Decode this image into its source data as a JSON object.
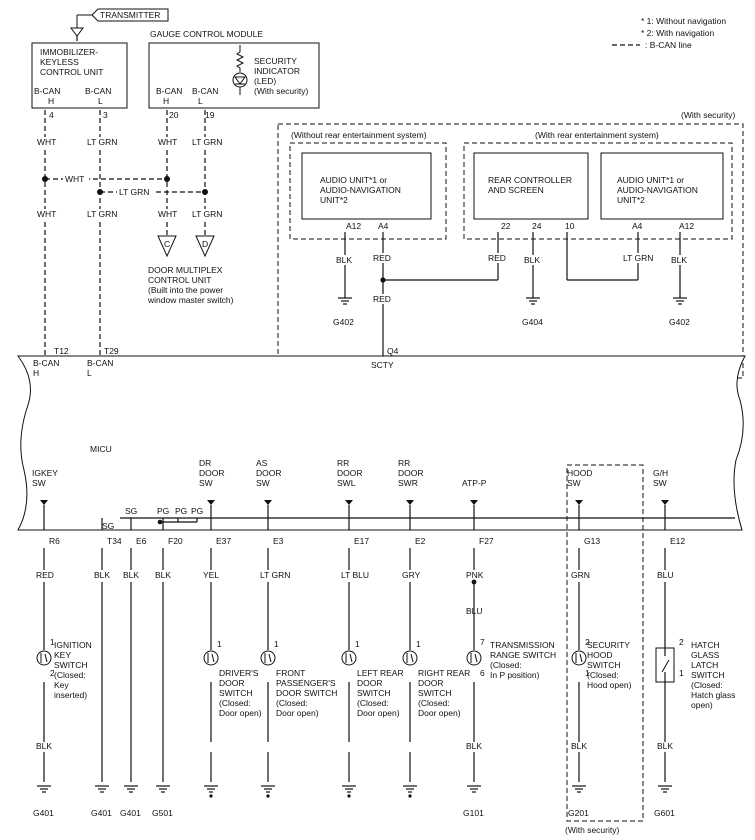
{
  "legend": {
    "note1": "* 1: Without navigation",
    "note2": "* 2: With navigation",
    "note3": ": B-CAN line"
  },
  "transmitter": "TRANSMITTER",
  "immobilizer": {
    "title": [
      "IMMOBILIZER-",
      "KEYLESS",
      "CONTROL UNIT"
    ],
    "pins": [
      {
        "label": [
          "B-CAN",
          "H"
        ],
        "num": "4",
        "wire": "WHT"
      },
      {
        "label": [
          "B-CAN",
          "L"
        ],
        "num": "3",
        "wire": "LT GRN"
      }
    ]
  },
  "gauge": {
    "title": "GAUGE CONTROL MODULE",
    "indicator": [
      "SECURITY",
      "INDICATOR",
      "(LED)",
      "(With security)"
    ],
    "pins": [
      {
        "label": [
          "B-CAN",
          "H"
        ],
        "num": "20",
        "wire": "WHT"
      },
      {
        "label": [
          "B-CAN",
          "L"
        ],
        "num": "19",
        "wire": "LT GRN"
      }
    ]
  },
  "bus": {
    "wht_mid": "WHT",
    "ltgrn_mid": "LT GRN",
    "wht_lower_left": "WHT",
    "ltgrn_lower_left": "LT GRN",
    "wht_lower_right": "WHT",
    "ltgrn_lower_right": "LT GRN",
    "conn_c": "C",
    "conn_d": "D"
  },
  "door_multiplex": [
    "DOOR MULTIPLEX",
    "CONTROL UNIT",
    "(Built into the power",
    "window master switch)"
  ],
  "security_group": {
    "with_security": "(With security)",
    "without_rear": "(Without rear entertainment system)",
    "with_rear": "(With rear entertainment system)",
    "audio1": [
      "AUDIO UNIT*1 or",
      "AUDIO-NAVIGATION",
      "UNIT*2"
    ],
    "audio1_pins": [
      "A12",
      "A4"
    ],
    "rear_ctrl": [
      "REAR CONTROLLER",
      "AND SCREEN"
    ],
    "rear_pins": [
      "22",
      "24",
      "10"
    ],
    "audio2": [
      "AUDIO UNIT*1 or",
      "AUDIO-NAVIGATION",
      "UNIT*2"
    ],
    "audio2_pins": [
      "A4",
      "A12"
    ],
    "wires": {
      "blk1": "BLK",
      "red1": "RED",
      "red2": "RED",
      "blk2": "BLK",
      "ltgrn": "LT GRN",
      "blk3": "BLK",
      "red_down": "RED"
    },
    "grounds": [
      "G402",
      "G404",
      "G402"
    ]
  },
  "micu": {
    "name": "MICU",
    "top_pins": [
      {
        "num": "T12",
        "label": [
          "B-CAN",
          "H"
        ]
      },
      {
        "num": "T29",
        "label": [
          "B-CAN",
          "L"
        ]
      },
      {
        "num": "Q4",
        "label": [
          "SCTY"
        ]
      }
    ],
    "inputs": [
      {
        "sw": [
          "IGKEY",
          "SW"
        ],
        "pin": "R6",
        "wire_top": "RED",
        "pins": [
          "1",
          "2"
        ],
        "desc": [
          "IGNITION",
          "KEY",
          "SWITCH",
          "(Closed:",
          "Key",
          "inserted)"
        ],
        "wire_bot": "BLK",
        "gnd": "G401"
      },
      {
        "sw": [
          "SG"
        ],
        "pin": "T34",
        "wire_top": "BLK",
        "gnd": "G401"
      },
      {
        "sw": [
          "SG"
        ],
        "pin": "E6",
        "wire_top": "BLK",
        "gnd": "G401"
      },
      {
        "sw": [
          "PG",
          "PG",
          "PG"
        ],
        "pin": "F20",
        "wire_top": "BLK",
        "gnd": "G501"
      },
      {
        "sw": [
          "DR",
          "DOOR",
          "SW"
        ],
        "pin": "E37",
        "wire_top": "YEL",
        "pins": [
          "1"
        ],
        "desc": [
          "DRIVER'S",
          "DOOR",
          "SWITCH",
          "(Closed:",
          "Door open)"
        ]
      },
      {
        "sw": [
          "AS",
          "DOOR",
          "SW"
        ],
        "pin": "E3",
        "wire_top": "LT GRN",
        "pins": [
          "1"
        ],
        "desc": [
          "FRONT",
          "PASSENGER'S",
          "DOOR SWITCH",
          "(Closed:",
          "Door open)"
        ]
      },
      {
        "sw": [
          "RR",
          "DOOR",
          "SWL"
        ],
        "pin": "E17",
        "wire_top": "LT BLU",
        "pins": [
          "1"
        ],
        "desc": [
          "LEFT REAR",
          "DOOR",
          "SWITCH",
          "(Closed:",
          "Door open)"
        ]
      },
      {
        "sw": [
          "RR",
          "DOOR",
          "SWR"
        ],
        "pin": "E2",
        "wire_top": "GRY",
        "pins": [
          "1"
        ],
        "desc": [
          "RIGHT REAR",
          "DOOR",
          "SWITCH",
          "(Closed:",
          "Door open)"
        ]
      },
      {
        "sw": [
          "ATP-P"
        ],
        "pin": "F27",
        "wire_top": "PNK",
        "wire_mid": "BLU",
        "pins": [
          "7",
          "6"
        ],
        "desc": [
          "TRANSMISSION",
          "RANGE SWITCH",
          "(Closed:",
          "In P position)"
        ],
        "wire_bot": "BLK",
        "gnd": "G101"
      },
      {
        "sw": [
          "HOOD",
          "SW"
        ],
        "pin": "G13",
        "wire_top": "GRN",
        "pins": [
          "2",
          "1"
        ],
        "desc": [
          "SECURITY",
          "HOOD",
          "SWITCH",
          "(Closed:",
          "Hood open)"
        ],
        "wire_bot": "BLK",
        "gnd": "G201"
      },
      {
        "sw": [
          "G/H",
          "SW"
        ],
        "pin": "E12",
        "wire_top": "BLU",
        "pins": [
          "2",
          "1"
        ],
        "desc": [
          "HATCH",
          "GLASS",
          "LATCH",
          "SWITCH",
          "(Closed:",
          "Hatch glass",
          "open)"
        ],
        "wire_bot": "BLK",
        "gnd": "G601"
      }
    ],
    "hood_note": "(With security)"
  }
}
